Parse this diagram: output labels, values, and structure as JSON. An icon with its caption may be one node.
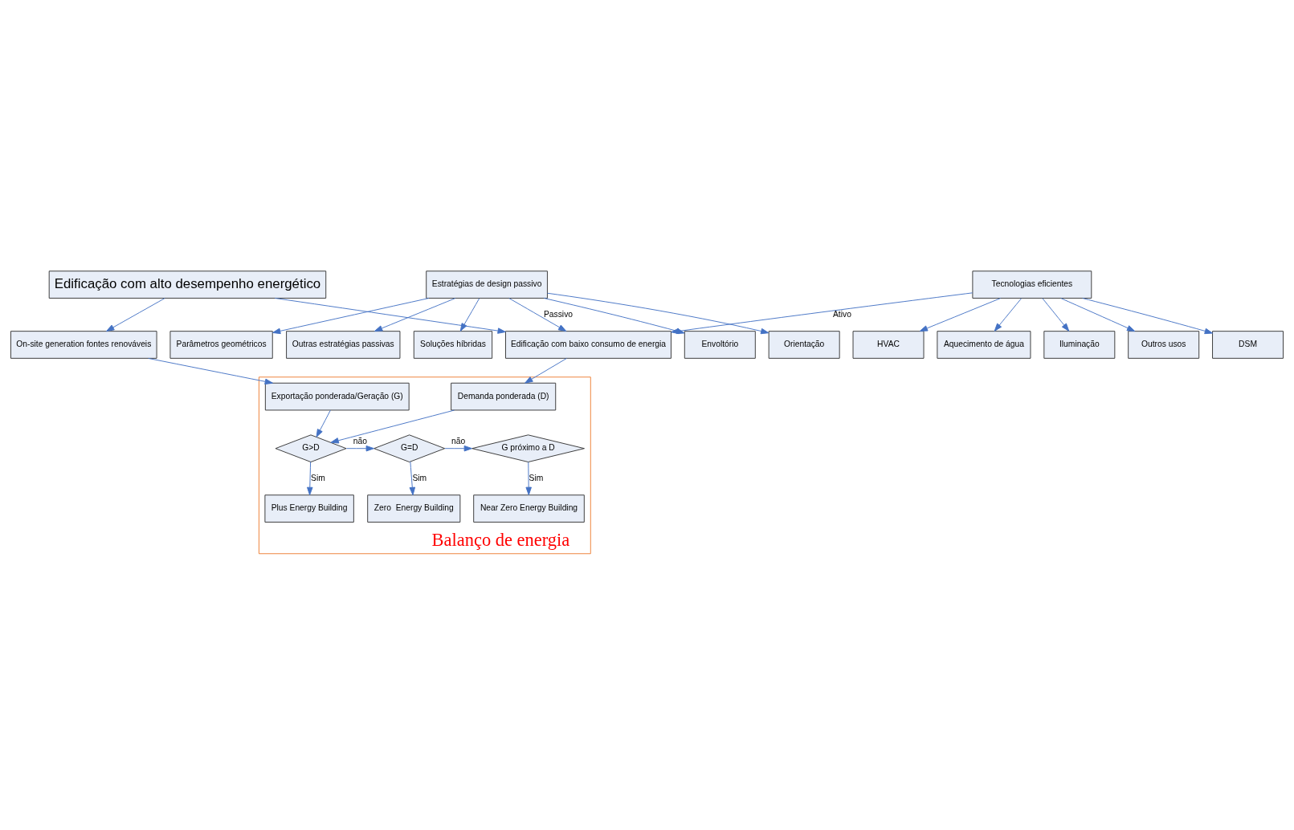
{
  "diagram": {
    "nodes": [
      {
        "text": [
          "Edificação com alto desempenho energético"
        ]
      },
      {
        "text": [
          "Estratégias de design passivo"
        ]
      },
      {
        "text": [
          "Edificação com baixo consumo de energia"
        ]
      },
      {
        "text": [
          "Envoltório"
        ]
      },
      {
        "text": [
          "Orientação"
        ]
      },
      {
        "text": [
          "Parâmetros geométricos"
        ]
      },
      {
        "text": [
          "Outras estratégias passivas"
        ]
      },
      {
        "text": [
          "Soluções híbridas"
        ]
      },
      {
        "text": [
          "On-site generation fontes renováveis"
        ]
      },
      {
        "text": [
          "Tecnologias eficientes"
        ]
      },
      {
        "text": [
          "HVAC"
        ]
      },
      {
        "text": [
          "Aquecimento de água"
        ]
      },
      {
        "text": [
          "Iluminação"
        ]
      },
      {
        "text": [
          "Outros usos"
        ]
      },
      {
        "text": [
          "DSM"
        ]
      },
      {
        "text": [
          "Balanço de energia"
        ]
      },
      {
        "text": [
          "Demanda ponderada (D)"
        ],
        "in": 15
      },
      {
        "text": [
          "Exportação ponderada/Geração (G)"
        ],
        "in": 15
      },
      {
        "text": [
          "G>D"
        ],
        "in": 15
      },
      {
        "text": [
          "G=D"
        ],
        "in": 15
      },
      {
        "text": [
          "G próximo a D"
        ],
        "in": 15
      },
      {
        "text": [
          "Plus Energy Building"
        ],
        "in": 15
      },
      {
        "text": [
          "Zero  Energy Building"
        ],
        "in": 15
      },
      {
        "text": [
          "Near Zero Energy Building"
        ],
        "in": 15
      }
    ],
    "edges": [
      {
        "from": 0,
        "to": 2,
        "arrow": "to"
      },
      {
        "from": 0,
        "to": 8,
        "arrow": "to"
      },
      {
        "from": 1,
        "to": 2,
        "arrow": "to",
        "label": "Passivo"
      },
      {
        "from": 9,
        "to": 2,
        "arrow": "to",
        "label": "Ativo"
      },
      {
        "from": 1,
        "to": 3,
        "arrow": "to"
      },
      {
        "from": 1,
        "to": 4,
        "arrow": "to"
      },
      {
        "from": 1,
        "to": 5,
        "arrow": "to"
      },
      {
        "from": 1,
        "to": 6,
        "arrow": "to"
      },
      {
        "from": 1,
        "to": 7,
        "arrow": "to"
      },
      {
        "from": 9,
        "to": 10,
        "arrow": "to"
      },
      {
        "from": 9,
        "to": 11,
        "arrow": "to"
      },
      {
        "from": 9,
        "to": 12,
        "arrow": "to"
      },
      {
        "from": 9,
        "to": 13,
        "arrow": "to"
      },
      {
        "from": 9,
        "to": 14,
        "arrow": "to"
      },
      {
        "from": 2,
        "to": 16,
        "arrow": "to"
      },
      {
        "from": 8,
        "to": 17,
        "arrow": "to"
      },
      {
        "from": 16,
        "to": 18,
        "arrow": "to"
      },
      {
        "from": 17,
        "to": 18,
        "arrow": "to"
      },
      {
        "from": 18,
        "to": 19,
        "arrow": "to",
        "label": "não"
      },
      {
        "from": 19,
        "to": 20,
        "arrow": "to",
        "label": "não"
      },
      {
        "from": 18,
        "to": 21,
        "arrow": "to",
        "label": "Sim"
      },
      {
        "from": 19,
        "to": 22,
        "arrow": "to",
        "label": "Sim"
      },
      {
        "from": 20,
        "to": 23,
        "arrow": "to",
        "label": "Sim"
      }
    ]
  }
}
